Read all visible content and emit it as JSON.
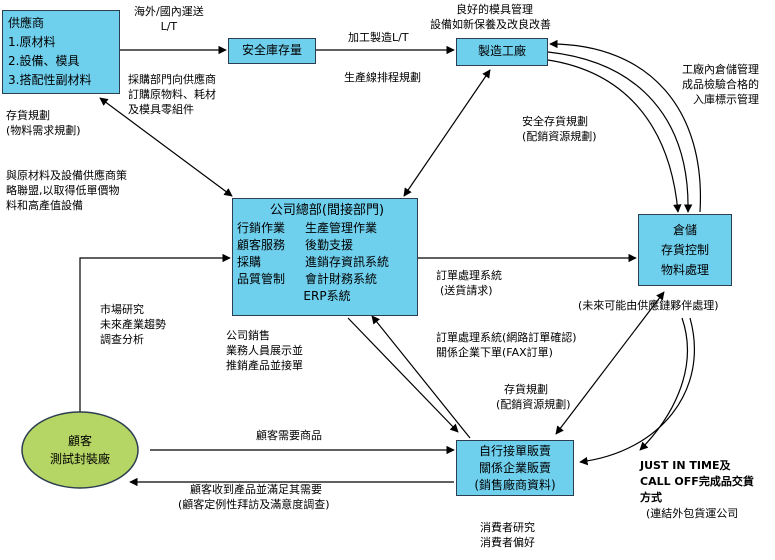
{
  "nodes": {
    "supplier": {
      "lines": [
        "供應商",
        "1.原材料",
        "2.設備、模具",
        "3.搭配性副材料"
      ]
    },
    "safety_stock": {
      "label": "安全庫存量"
    },
    "factory": {
      "label": "製造工廠"
    },
    "hq": {
      "title": "公司總部(間接部門)",
      "rows": [
        [
          "行銷作業",
          "生產管理作業"
        ],
        [
          "顧客服務",
          "後勤支援"
        ],
        [
          "採購",
          "進銷存資訊系統"
        ],
        [
          "品質管制",
          "會計財務系統"
        ]
      ],
      "footer": "ERP系統"
    },
    "warehouse": {
      "lines": [
        "倉儲",
        "存貨控制",
        "物料處理"
      ]
    },
    "sales": {
      "lines": [
        "自行接單販賣",
        "關係企業販賣",
        "(銷售廠商資料)"
      ]
    },
    "customer": {
      "lines": [
        "顧客",
        "測試封裝廠"
      ]
    }
  },
  "labels": {
    "overseas_lt": [
      "海外/國內運送",
      "L/T"
    ],
    "process_lt": "加工製造L/T",
    "mold_mgmt": [
      "良好的模具管理",
      "設備如新保養及改良改善"
    ],
    "purchasing": [
      "採購部門向供應商",
      "訂購原物料、耗材",
      "及模具零組件"
    ],
    "line_schedule": "生產線排程規劃",
    "inventory_plan": [
      "存貨規劃",
      "(物料需求規劃)"
    ],
    "factory_qc": [
      "工廠內倉儲管理",
      "成品檢驗合格的",
      "入庫標示管理"
    ],
    "safety_stock_plan": [
      "安全存貨規劃",
      "(配銷資源規劃)"
    ],
    "alliance": [
      "與原材料及設備供應商策",
      "略聯盟,以取得低單價物",
      "料和高產值設備"
    ],
    "order_system": [
      "訂單處理系統",
      "(送貨請求)"
    ],
    "future_note": "(未來可能由供應鏈夥伴處理)",
    "market_research": [
      "市場研究",
      "未來產業趨勢",
      "調查分析"
    ],
    "company_sales": [
      "公司銷售",
      "業務人員展示並",
      "推銷產品並接單"
    ],
    "order_network": [
      "訂單處理系統(網路訂單確認)",
      "關係企業下單(FAX訂單)"
    ],
    "inventory_plan2": [
      "存貨規劃",
      "(配銷資源規劃)"
    ],
    "customer_needs": "顧客需要商品",
    "customer_satisfaction": [
      "顧客收到產品並滿足其需要",
      "(顧客定例性拜訪及滿意度調查)"
    ],
    "jit": [
      "JUST IN TIME及",
      "CALL OFF完成品交貨",
      "方式",
      "(連結外包貨運公司"
    ],
    "consumer": [
      "消費者研究",
      "消費者偏好"
    ]
  },
  "colors": {
    "box_fill": "#6fd0ee",
    "ellipse_fill": "#b5d564",
    "line": "#000000"
  }
}
